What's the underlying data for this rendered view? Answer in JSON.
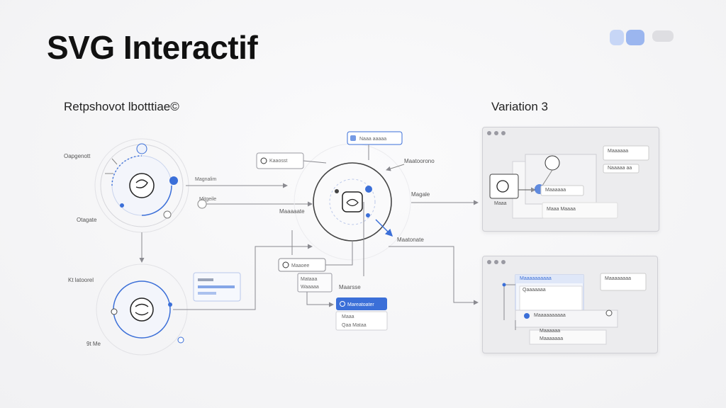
{
  "title": "SVG Interactif",
  "left_heading": "Retpshovot lbotttiae©",
  "right_heading": "Variation 3",
  "colors": {
    "accent": "#3b6fd8",
    "accent_light": "#d8e3fa",
    "line": "#8a8a90",
    "text": "#222222"
  },
  "left_labels": {
    "top_left": "Oapgenott",
    "mid_left": "Otagate",
    "bottom_left": "Kt latoorel",
    "bottom_low": "9t Me",
    "arrow_1": "Magnalim",
    "arrow_2": "Mitgeile"
  },
  "center": {
    "top_card": "Kaaosst",
    "top_tag": "Naaa aaaaa",
    "right_label_1": "Maatoorono",
    "right_label_2": "Magale",
    "right_label_3": "Maatonate",
    "below_left": "Maaaaate",
    "small_card": "Maaoee",
    "box_label": "Maarsse",
    "box_values": [
      "Mataaa",
      "Waaaaa"
    ],
    "blue_card": "Mareatoater",
    "option_1": "Maaa",
    "option_2": "Qaa Mataa"
  },
  "variation_top": {
    "label_left": "Maaa",
    "card_1": "Maaaaaa",
    "card_2": "Naaaaa aa",
    "row_1": "Maaaaaa",
    "row_2": "Maaa Maaaa"
  },
  "variation_bottom": {
    "card_head": "Maaaaaaaaaa",
    "card_sub": "Qaaaaaaa",
    "side_card": "Maaaaaaaa",
    "row_1": "Maaaaaaaaaa",
    "row_2": "Maaaaaa",
    "row_3": "Maaaaaaa"
  }
}
